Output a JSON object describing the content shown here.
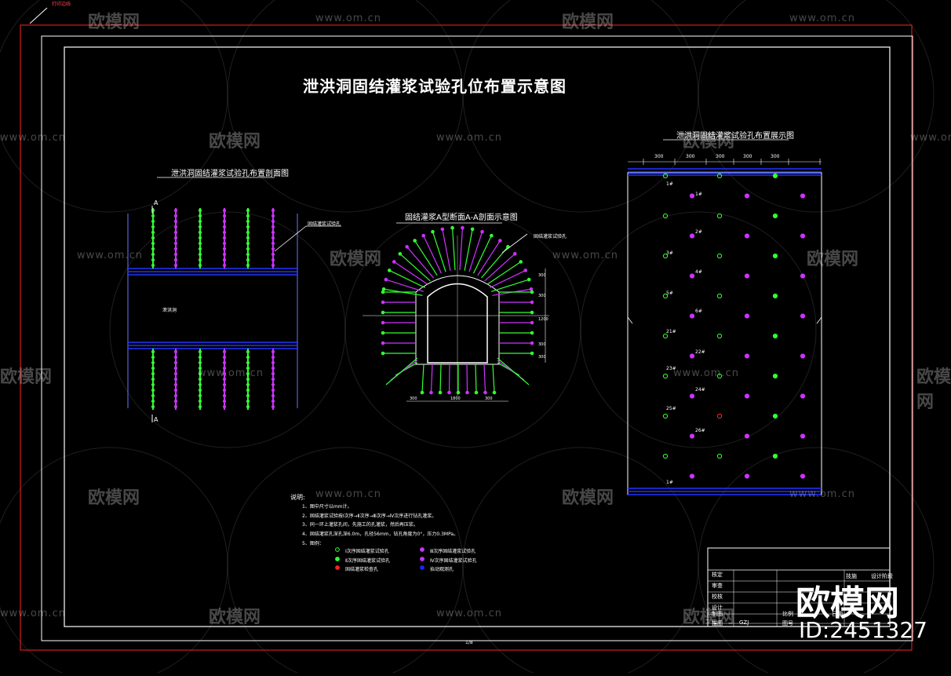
{
  "drawing": {
    "title": "泄洪洞固结灌浆试验孔位布置示意图",
    "left_view_title": "泄洪洞固结灌浆试验孔布置剖面图",
    "center_view_title": "固结灌浆A型断面A-A剖面示意图",
    "right_view_title": "泄洪洞固结灌浆试验孔布置展示图",
    "left_tunnel_label": "泄洪洞",
    "left_callout": "固结灌浆试验孔",
    "center_callout": "固结灌浆试验孔",
    "section_mark": "A",
    "right_dims": [
      "300",
      "300",
      "300",
      "300",
      "300"
    ],
    "center_dims_bottom": [
      "300",
      "1800",
      "300"
    ],
    "center_dims_right": [
      "300",
      "300",
      "1200",
      "300",
      "300"
    ],
    "right_row_labels": [
      "1#",
      "1#",
      "2#",
      "3#",
      "4#",
      "5#",
      "6#",
      "21#",
      "22#",
      "23#",
      "24#",
      "25#",
      "26#",
      "1#"
    ],
    "frame_bottom_number": "1/8",
    "frame_corner_text": "打印边线"
  },
  "notes": {
    "heading": "说明:",
    "items": [
      "1、图中尺寸以mm计。",
      "2、固结灌浆试验按Ⅰ次序→Ⅱ次序→Ⅲ次序→Ⅳ次序进行钻孔灌浆。",
      "3、同一环上灌浆孔间，先施工的孔灌浆，然后再压浆。",
      "4、固结灌浆孔深孔深6.0m，孔径56mm，钻孔角度为0°，压力0.3MPa。",
      "5、图例："
    ],
    "legend": [
      {
        "label": "Ⅰ次序固结灌浆试验孔",
        "color": "#33ff33",
        "filled": false
      },
      {
        "label": "Ⅲ次序固结灌浆试验孔",
        "color": "#cc33ff",
        "filled": true
      },
      {
        "label": "Ⅱ次序固结灌浆试验孔",
        "color": "#33ff33",
        "filled": true
      },
      {
        "label": "Ⅳ次序固结灌浆试验孔",
        "color": "#cc33ff",
        "filled": true
      },
      {
        "label": "固结灌浆检查孔",
        "color": "#ff2222",
        "filled": true
      },
      {
        "label": "抬动观测孔",
        "color": "#2222ff",
        "filled": true
      }
    ]
  },
  "title_block": {
    "rows": [
      "核定",
      "审查",
      "校核",
      "设计",
      "制图",
      "描图"
    ],
    "scale_label": "比例",
    "date_label": "日期",
    "number_label": "图号",
    "stage_label": "设计阶段",
    "dept_label": "技施",
    "value": "GZJ"
  },
  "watermark": {
    "brand": "欧模网",
    "url": "www.om.cn",
    "id": "ID:2451327"
  },
  "colors": {
    "frame_red": "#ff2222",
    "frame_white": "#ffffff",
    "blue": "#2233ff",
    "green": "#33ff33",
    "magenta": "#cc33ff"
  }
}
